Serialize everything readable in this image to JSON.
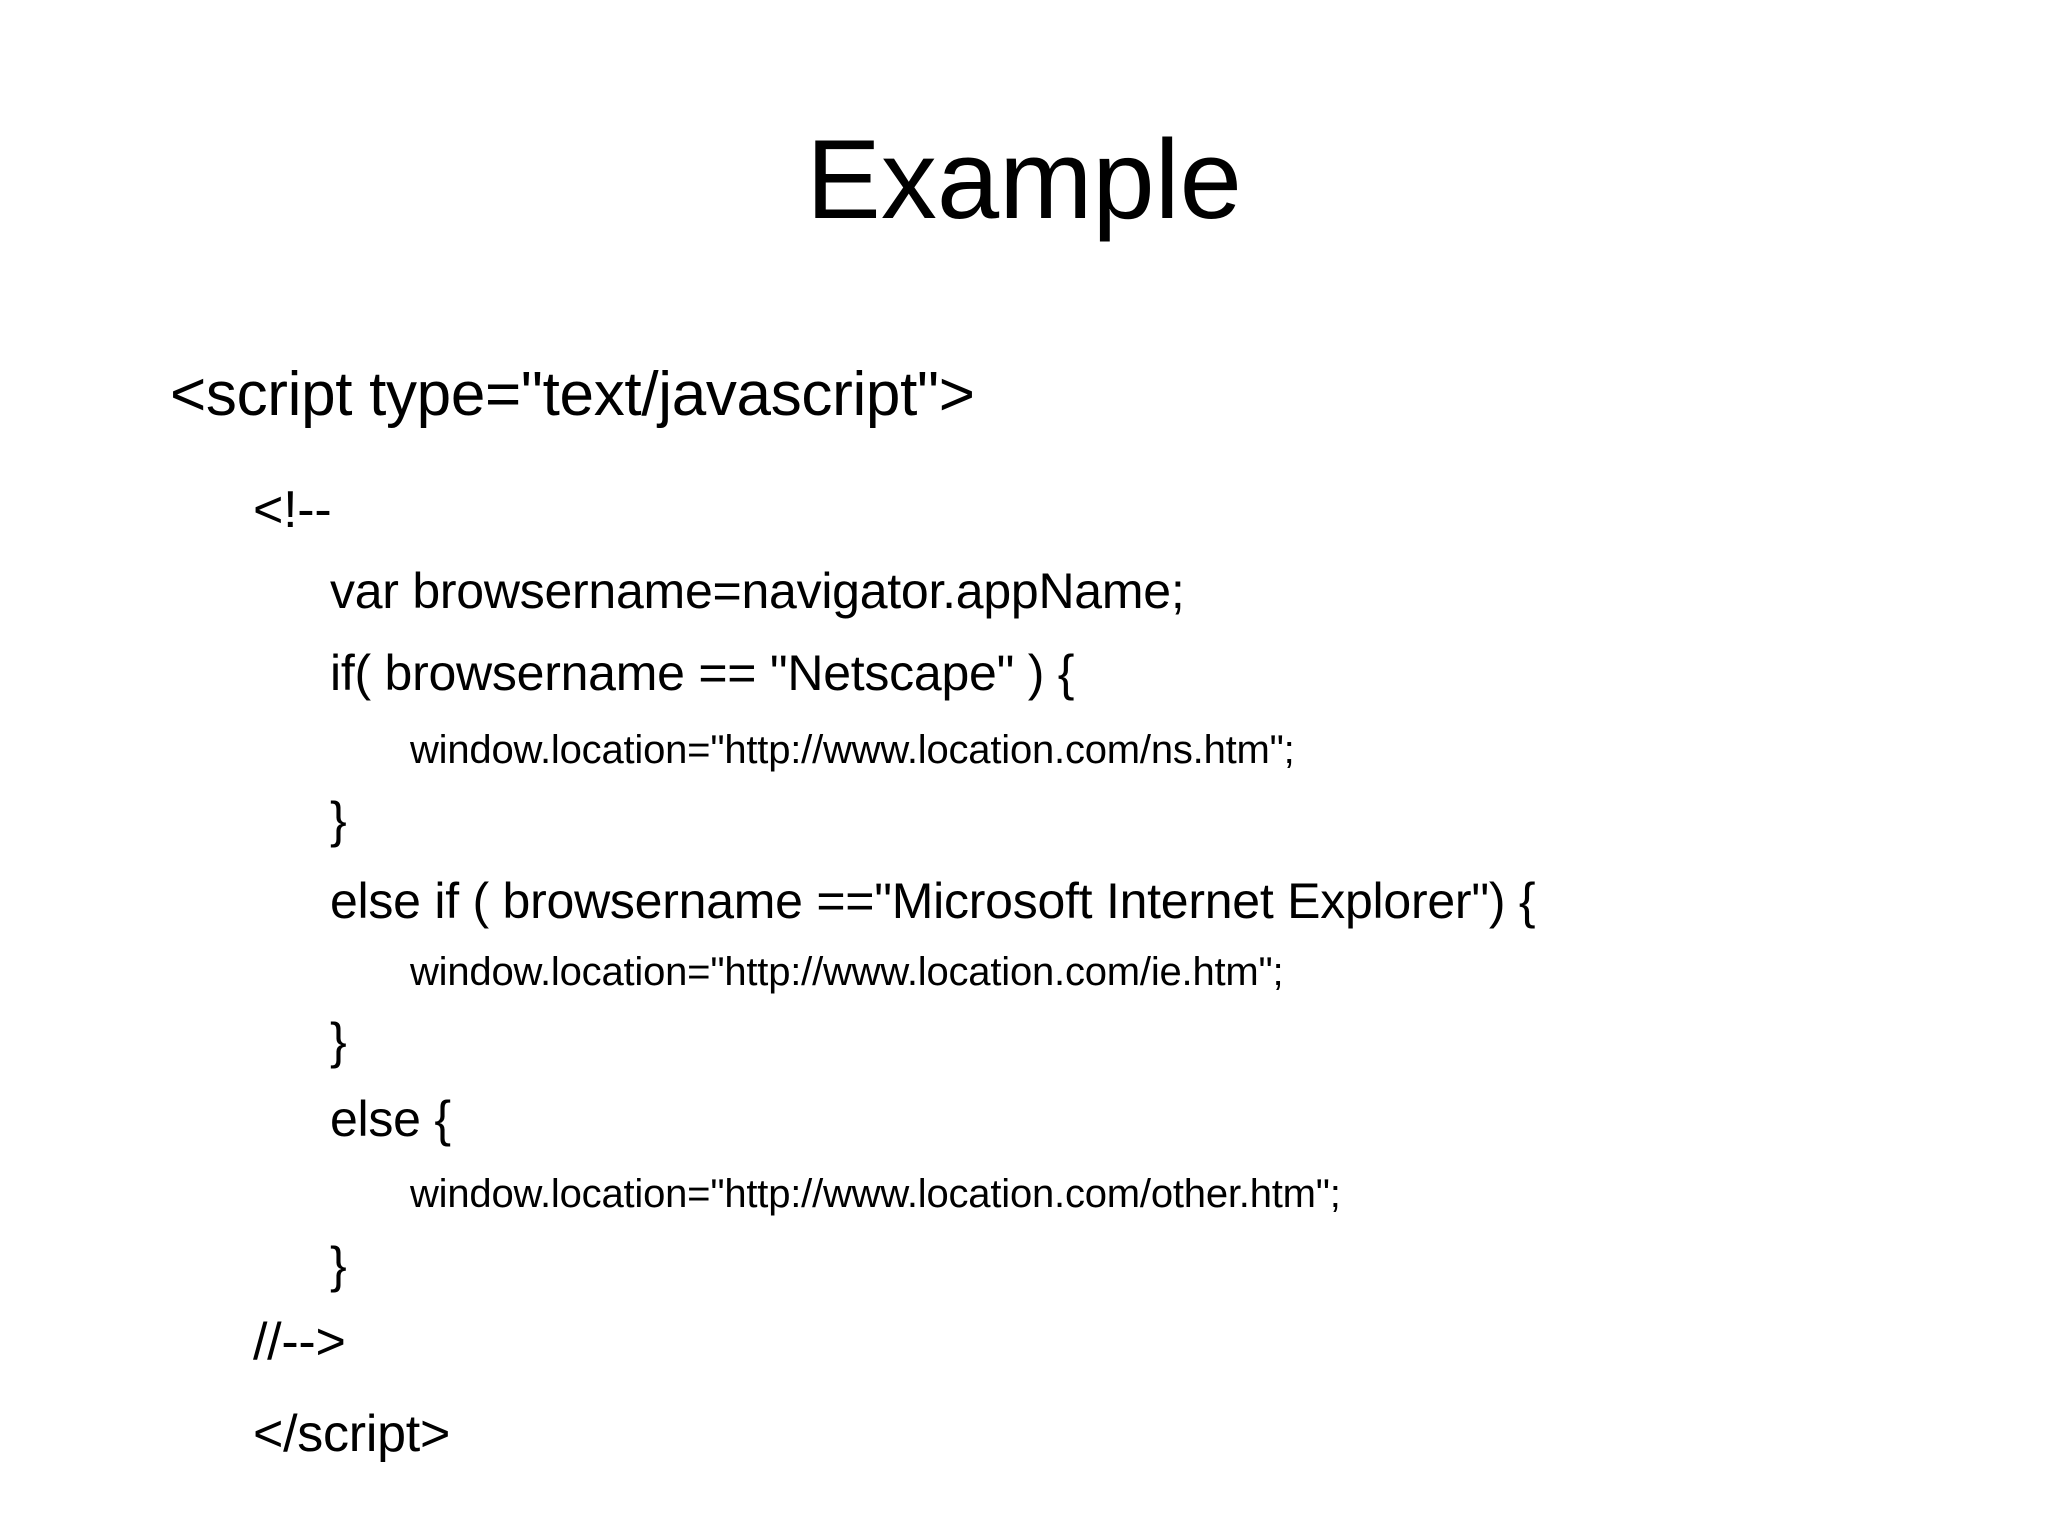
{
  "slide": {
    "title": "Example",
    "colors": {
      "background": "#ffffff",
      "text": "#000000"
    },
    "code_lines": [
      {
        "text": "<script type=\"text/javascript\">",
        "level": 0
      },
      {
        "text": "<!--",
        "level": 1
      },
      {
        "text": "var browsername=navigator.appName;",
        "level": 2
      },
      {
        "text": "if( browsername == \"Netscape\" ) {",
        "level": 2
      },
      {
        "text": "window.location=\"http://www.location.com/ns.htm\";",
        "level": 3
      },
      {
        "text": "}",
        "level": 2
      },
      {
        "text": "else if ( browsername ==\"Microsoft Internet Explorer\") {",
        "level": 2
      },
      {
        "text": "window.location=\"http://www.location.com/ie.htm\";",
        "level": 3
      },
      {
        "text": "}",
        "level": 2
      },
      {
        "text": "else {",
        "level": 2
      },
      {
        "text": "window.location=\"http://www.location.com/other.htm\";",
        "level": 3
      },
      {
        "text": "}",
        "level": 2
      },
      {
        "text": "//-->",
        "level": 1
      },
      {
        "text": "</script>",
        "level": 1
      }
    ]
  }
}
